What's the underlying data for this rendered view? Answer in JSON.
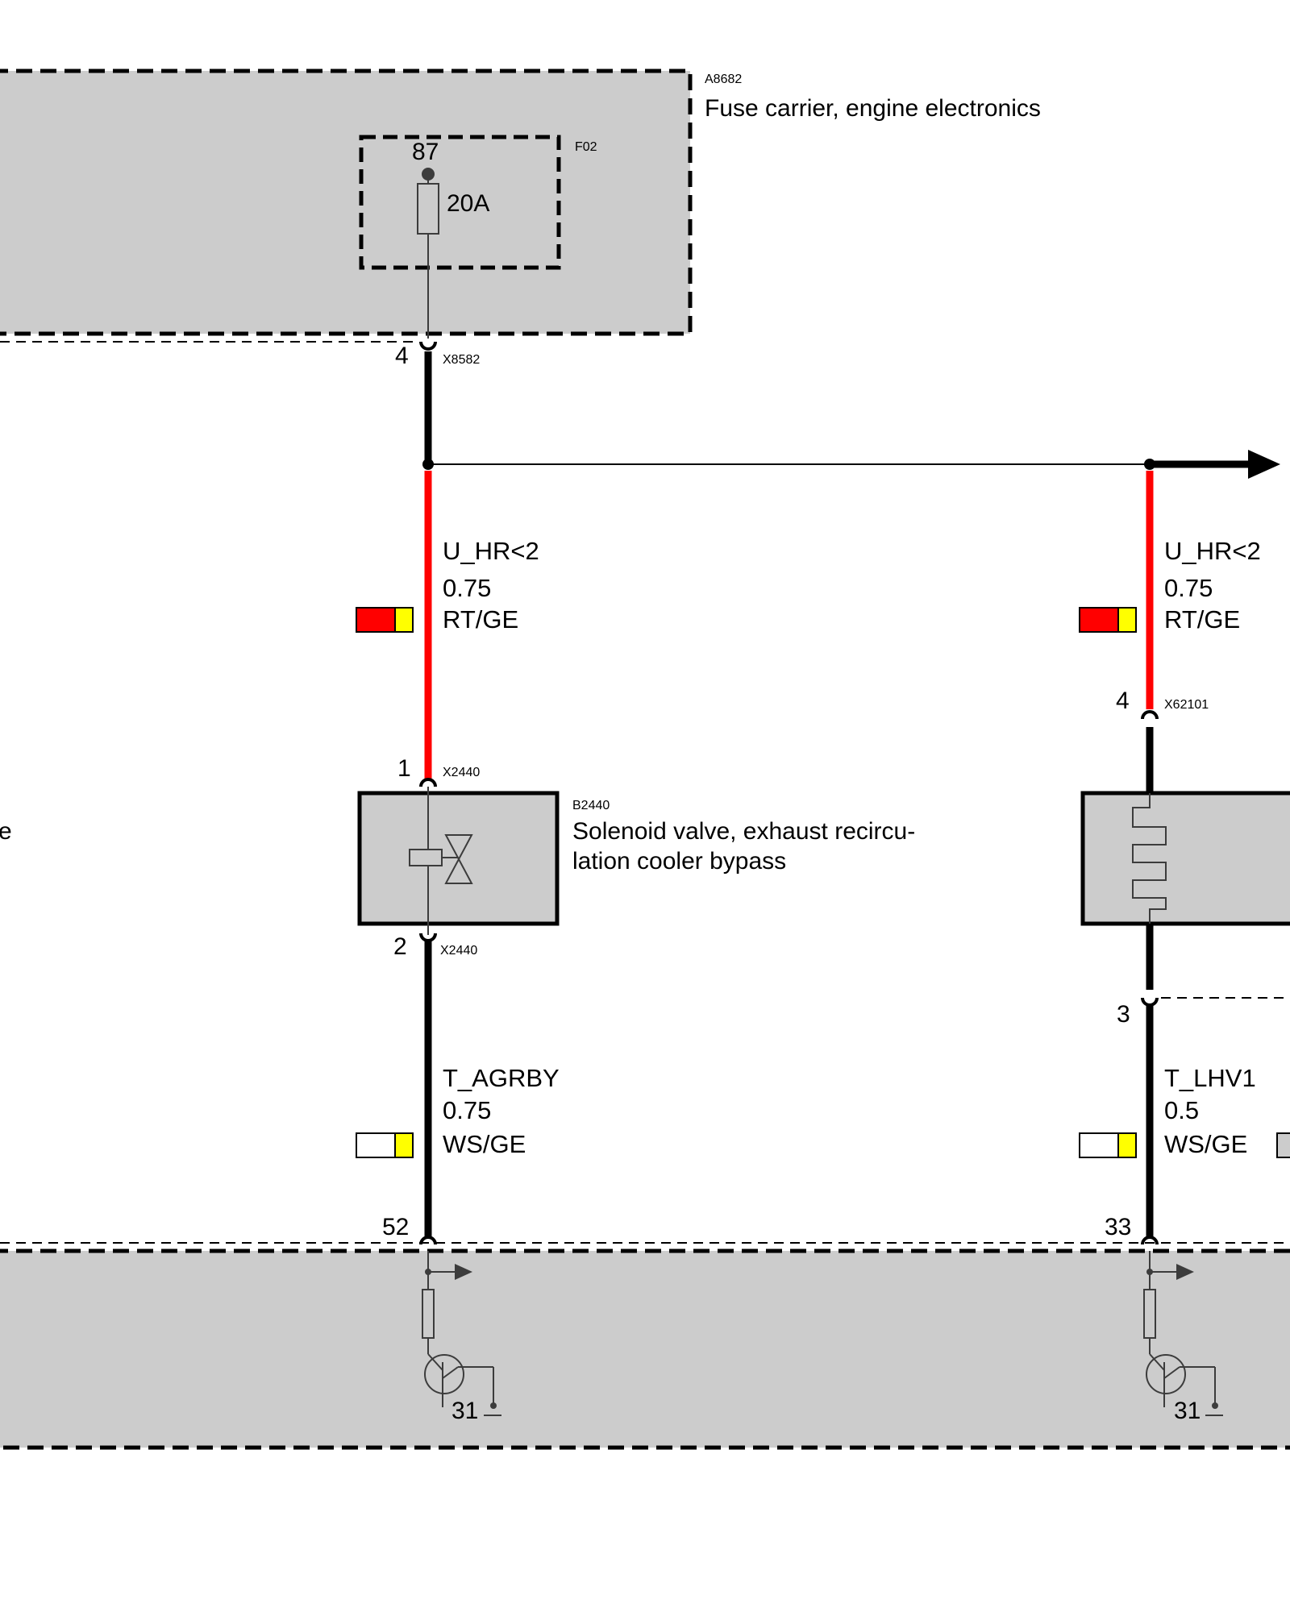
{
  "fuse_carrier": {
    "id": "A8682",
    "name": "Fuse carrier, engine electronics",
    "fuse_id": "F02",
    "fuse_terminal": "87",
    "fuse_rating": "20A"
  },
  "connectors": {
    "x8582": {
      "id": "X8582",
      "pin": "4"
    },
    "x2440_top": {
      "id": "X2440",
      "pin": "1"
    },
    "x2440_bottom": {
      "id": "X2440",
      "pin": "2"
    },
    "x62101": {
      "id": "X62101",
      "pin": "4"
    },
    "right_lower": {
      "pin": "3"
    },
    "ecu_left": {
      "pin": "52"
    },
    "ecu_right": {
      "pin": "33"
    }
  },
  "solenoid_valve": {
    "id": "B2440",
    "name_line1": "Solenoid valve, exhaust recircu-",
    "name_line2": "lation cooler bypass"
  },
  "cut_label_left": "e",
  "wires": {
    "left_upper": {
      "signal": "U_HR<2",
      "gauge": "0.75",
      "color_code": "RT/GE",
      "color1": "#ff0000",
      "color2": "#ffff00"
    },
    "right_upper": {
      "signal": "U_HR<2",
      "gauge": "0.75",
      "color_code": "RT/GE",
      "color1": "#ff0000",
      "color2": "#ffff00"
    },
    "left_lower": {
      "signal": "T_AGRBY",
      "gauge": "0.75",
      "color_code": "WS/GE",
      "color1": "#ffffff",
      "color2": "#ffff00"
    },
    "right_lower": {
      "signal": "T_LHV1",
      "gauge": "0.5",
      "color_code": "WS/GE",
      "color1": "#ffffff",
      "color2": "#ffff00"
    }
  },
  "ground": {
    "left": "31",
    "right": "31"
  },
  "colors": {
    "module_fill": "#cccccc",
    "wire_black": "#000000",
    "wire_red": "#ff0000",
    "symbol_gray": "#3c3c3c"
  }
}
